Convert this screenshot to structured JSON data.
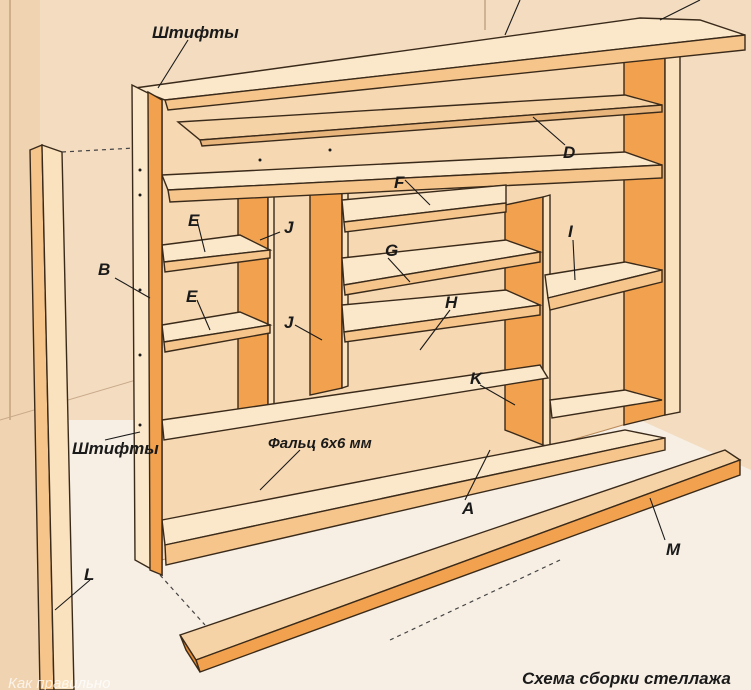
{
  "diagram": {
    "caption": "Схема сборки стеллажа",
    "watermark": "Как правильно",
    "labels": {
      "pins_top": "Штифты",
      "pins_side": "Штифты",
      "rabbet": "Фальц 6x6 мм",
      "A": "A",
      "B": "B",
      "D": "D",
      "E1": "E",
      "E2": "E",
      "F": "F",
      "G": "G",
      "H": "H",
      "I": "I",
      "J1": "J",
      "J2": "J",
      "K": "K",
      "L": "L",
      "M": "M"
    },
    "colors": {
      "wall": "#f3dcc0",
      "floor": "#f7efe4",
      "board_front": "#fbe7c9",
      "board_top": "#f6d3a6",
      "inner_side": "#f2a24e",
      "inner_shadow": "#e58b30",
      "back_panel": "#f6d8b2",
      "ink": "#1a1a1a"
    }
  }
}
